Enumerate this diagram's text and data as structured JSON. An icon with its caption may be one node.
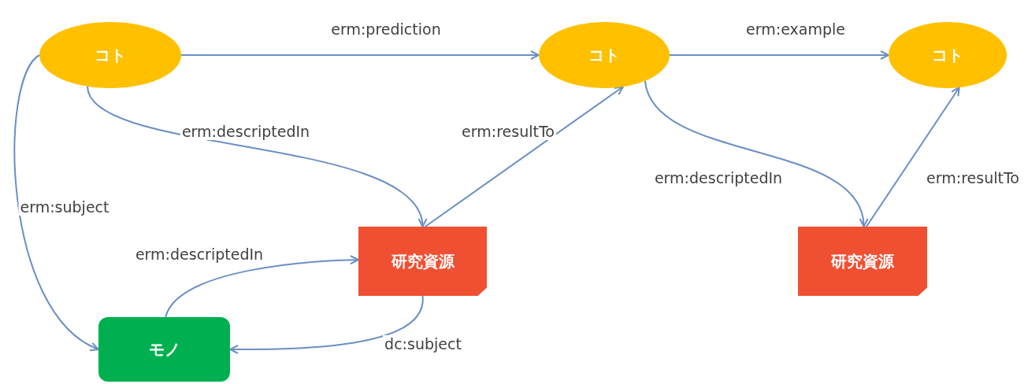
{
  "diagram": {
    "nodes": [
      {
        "text": [
          "コト"
        ]
      },
      {
        "text": [
          "コト"
        ]
      },
      {
        "text": [
          "コト"
        ]
      },
      {
        "text": [
          "研究資源"
        ]
      },
      {
        "text": [
          "研究資源"
        ]
      },
      {
        "text": [
          "モノ"
        ]
      }
    ],
    "edges": [
      {
        "from": 0,
        "to": 1,
        "arrow": "to",
        "label": "erm:prediction"
      },
      {
        "from": 1,
        "to": 2,
        "arrow": "to",
        "label": "erm:example"
      },
      {
        "from": 0,
        "to": 3,
        "arrow": "to",
        "label": "erm:descriptedIn"
      },
      {
        "from": 3,
        "to": 1,
        "arrow": "to",
        "label": "erm:resultTo"
      },
      {
        "from": 1,
        "to": 4,
        "arrow": "to",
        "label": "erm:descriptedIn"
      },
      {
        "from": 4,
        "to": 2,
        "arrow": "to",
        "label": "erm:resultTo"
      },
      {
        "from": 0,
        "to": 5,
        "arrow": "to",
        "label": "erm:subject"
      },
      {
        "from": 5,
        "to": 3,
        "arrow": "to",
        "label": "erm:descriptedIn"
      },
      {
        "from": 3,
        "to": 5,
        "arrow": "to",
        "label": "dc:subject"
      }
    ]
  }
}
